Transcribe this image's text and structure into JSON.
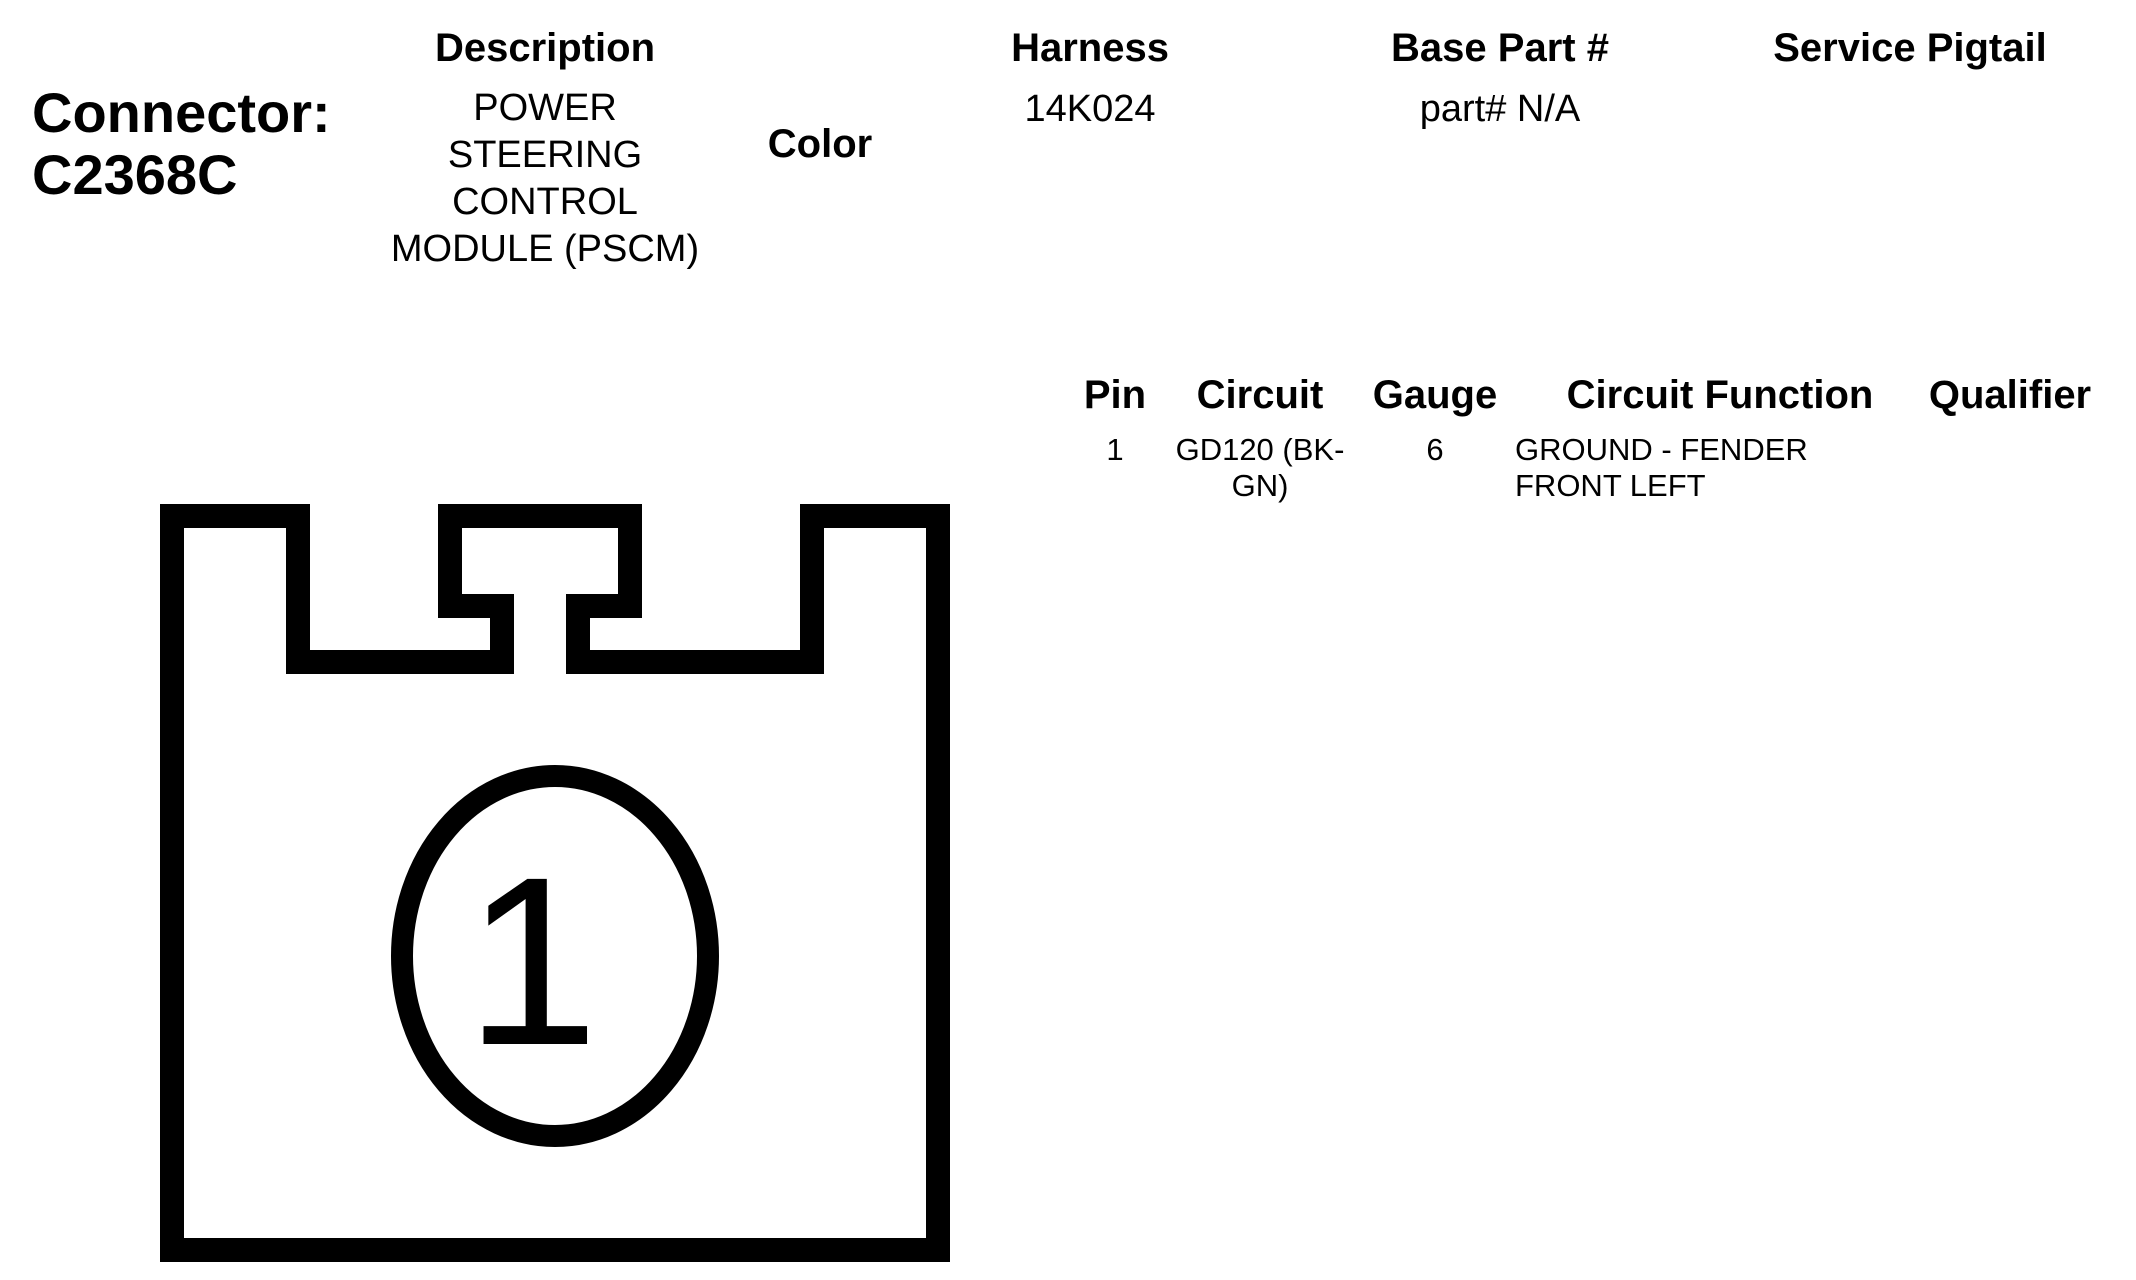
{
  "connector": {
    "label": "Connector:",
    "id": "C2368C"
  },
  "header": {
    "description_label": "Description",
    "description_value": "POWER\nSTEERING\nCONTROL\nMODULE (PSCM)",
    "color_label": "Color",
    "harness_label": "Harness",
    "harness_value": "14K024",
    "base_part_label": "Base Part #",
    "base_part_value": "part# N/A",
    "service_pigtail_label": "Service Pigtail"
  },
  "pin_table": {
    "columns": [
      "Pin",
      "Circuit",
      "Gauge",
      "Circuit Function",
      "Qualifier"
    ],
    "rows": [
      {
        "pin": "1",
        "circuit": "GD120 (BK-\nGN)",
        "gauge": "6",
        "function": "GROUND - FENDER\nFRONT LEFT",
        "qualifier": ""
      }
    ]
  },
  "diagram": {
    "pin_label": "1",
    "stroke_color": "#000000",
    "fill_color": "#ffffff"
  }
}
